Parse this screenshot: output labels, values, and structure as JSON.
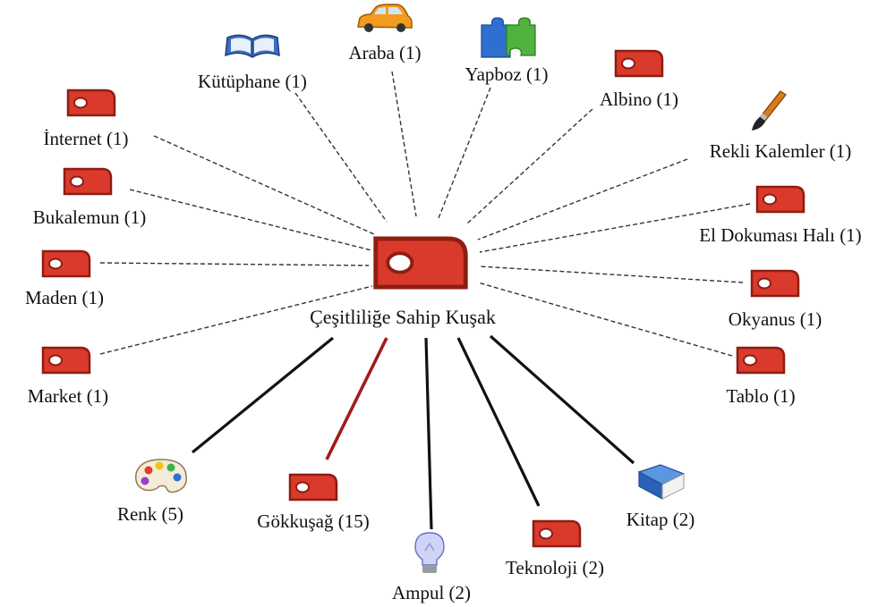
{
  "center": {
    "label": "Çeşitliliğe Sahip Kuşak",
    "icon": "tag-icon"
  },
  "nodes": [
    {
      "id": "kutuphane",
      "label": "Kütüphane (1)",
      "icon": "book-open-icon",
      "link": "dashed"
    },
    {
      "id": "araba",
      "label": "Araba (1)",
      "icon": "car-icon",
      "link": "dashed"
    },
    {
      "id": "yapboz",
      "label": "Yapboz (1)",
      "icon": "puzzle-icon",
      "link": "dashed"
    },
    {
      "id": "albino",
      "label": "Albino (1)",
      "icon": "tag-icon",
      "link": "dashed"
    },
    {
      "id": "internet",
      "label": "İnternet (1)",
      "icon": "tag-icon",
      "link": "dashed"
    },
    {
      "id": "rekli",
      "label": "Rekli Kalemler (1)",
      "icon": "paintbrush-icon",
      "link": "dashed"
    },
    {
      "id": "bukalemun",
      "label": "Bukalemun (1)",
      "icon": "tag-icon",
      "link": "dashed"
    },
    {
      "id": "halı",
      "label": "El Dokuması Halı (1)",
      "icon": "tag-icon",
      "link": "dashed"
    },
    {
      "id": "maden",
      "label": "Maden (1)",
      "icon": "tag-icon",
      "link": "dashed"
    },
    {
      "id": "okyanus",
      "label": "Okyanus (1)",
      "icon": "tag-icon",
      "link": "dashed"
    },
    {
      "id": "market",
      "label": "Market (1)",
      "icon": "tag-icon",
      "link": "dashed"
    },
    {
      "id": "tablo",
      "label": "Tablo (1)",
      "icon": "tag-icon",
      "link": "dashed"
    },
    {
      "id": "renk",
      "label": "Renk (5)",
      "icon": "palette-icon",
      "link": "solid-black"
    },
    {
      "id": "gokkusag",
      "label": "Gökkuşağ (15)",
      "icon": "tag-icon",
      "link": "solid-red"
    },
    {
      "id": "ampul",
      "label": "Ampul (2)",
      "icon": "lightbulb-icon",
      "link": "solid-black"
    },
    {
      "id": "teknoloji",
      "label": "Teknoloji (2)",
      "icon": "tag-icon",
      "link": "solid-black"
    },
    {
      "id": "kitap",
      "label": "Kitap (2)",
      "icon": "blue-book-icon",
      "link": "solid-black"
    }
  ],
  "colors": {
    "tag": "#d93a2b",
    "tag_stroke": "#8e1d12",
    "strong_link": "#a01c1c",
    "link": "#111111"
  }
}
